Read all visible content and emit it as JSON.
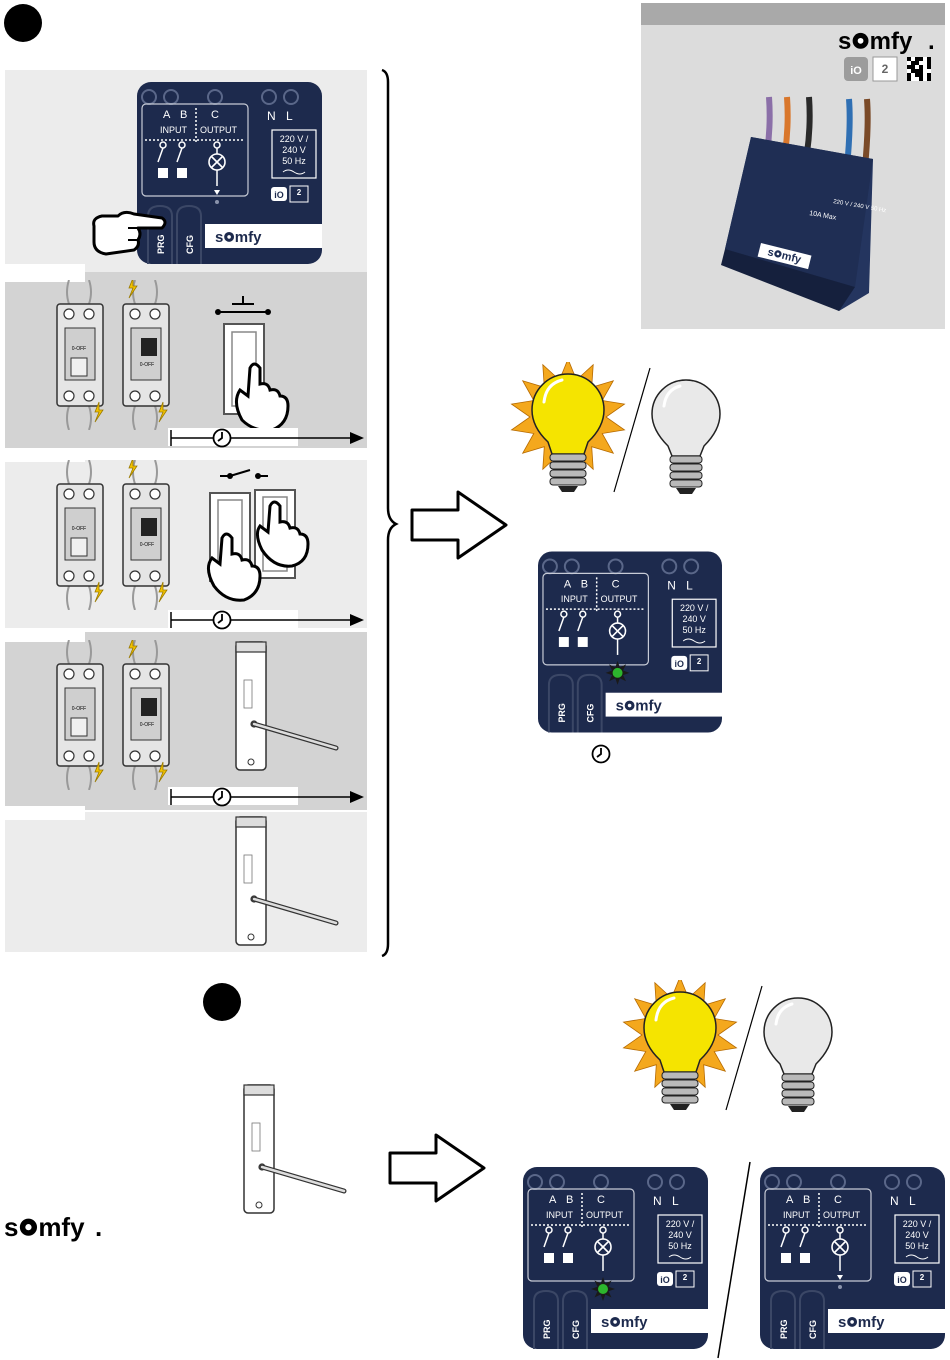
{
  "module": {
    "terminal_a": "A",
    "terminal_b": "B",
    "terminal_c": "C",
    "input_label": "INPUT",
    "output_label": "OUTPUT",
    "terminal_n": "N",
    "terminal_l": "L",
    "voltage_line1": "220 V /",
    "voltage_line2": "240 V",
    "voltage_line3": "50 Hz",
    "prg_label": "PRG",
    "cfg_label": "CFG",
    "brand": "somfy",
    "io_logo": "iO",
    "io_two": "2"
  },
  "product_photo": {
    "brand": "somfy.",
    "io_badge": "iO",
    "two_badge": "2",
    "max_label": "10A Max",
    "voltage": "220 V / 240 V 50 Hz",
    "panel_color": "#dcdcdc",
    "header_color": "#a9a9a9"
  },
  "footer_brand": "somfy.",
  "breaker_label": "0-OFF",
  "icons": {
    "step_marker": "step-bullet-icon",
    "hand": "pointing-hand-icon",
    "clock": "clock-icon",
    "arrow": "right-arrow-icon",
    "bulb_on": "lit-bulb-icon",
    "bulb_off": "unlit-bulb-icon",
    "breaker": "circuit-breaker-icon",
    "switch": "wall-switch-icon",
    "remote": "remote-control-icon",
    "led": "green-led-icon"
  },
  "colors": {
    "module_navy": "#1d2a4d",
    "panel_light": "#ececec",
    "panel_dark": "#d3d3d3",
    "bulb_yellow": "#f5e400",
    "rays_orange": "#f4a81d",
    "led_green": "#2db52d"
  }
}
